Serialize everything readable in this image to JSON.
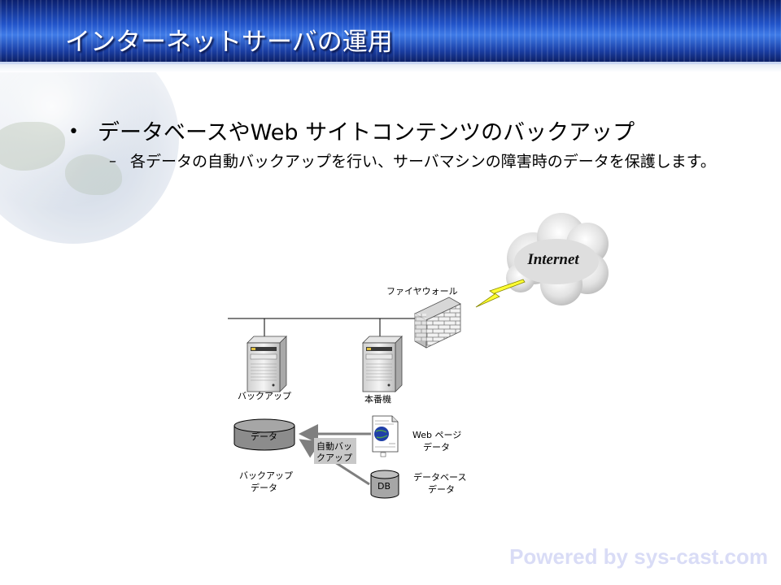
{
  "slide": {
    "title": "インターネットサーバの運用",
    "bullet": "データベースやWeb サイトコンテンツのバックアップ",
    "sub_bullet": "各データの自動バックアップを行い、サーバマシンの障害時のデータを保護します。",
    "footer": "Powered by sys-cast.com"
  },
  "diagram": {
    "internet_label": "Internet",
    "firewall_label": "ファイヤウォール",
    "backup_server_label": "バックアップ",
    "production_server_label": "本番機",
    "backup_disk_label": "データ",
    "backup_data_line1": "バックアップ",
    "backup_data_line2": "データ",
    "auto_backup_line1": "自動バッ",
    "auto_backup_line2": "クアップ",
    "web_page_line1": "Web ページ",
    "web_page_line2": "データ",
    "db_label": "DB",
    "db_data_line1": "データベース",
    "db_data_line2": "データ"
  }
}
